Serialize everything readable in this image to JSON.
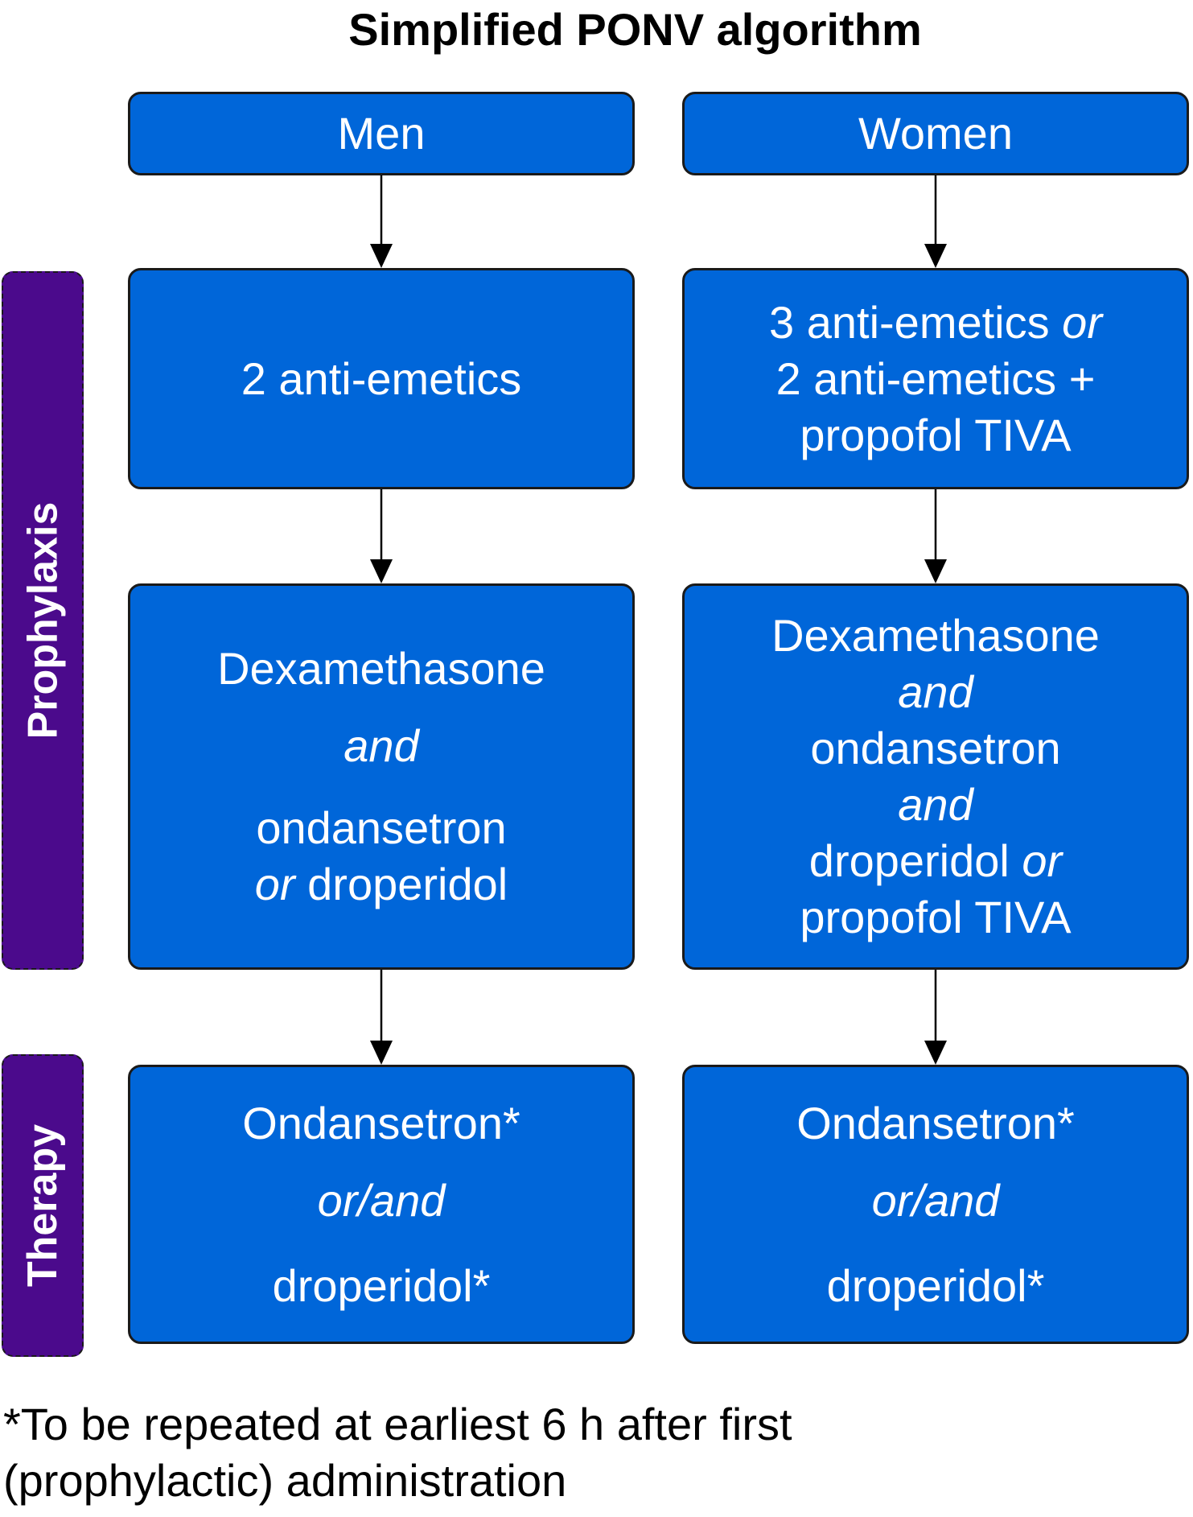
{
  "title": "Simplified PONV algorithm",
  "phases": {
    "prophylaxis": "Prophylaxis",
    "therapy": "Therapy"
  },
  "columns": {
    "men": {
      "header": "Men",
      "step1": {
        "line1": "2 anti-emetics"
      },
      "step2": {
        "line1": "Dexamethasone",
        "line2": "and",
        "line3": "ondansetron",
        "line4_a": "or",
        "line4_b": " droperidol"
      },
      "therapy": {
        "line1": "Ondansetron*",
        "line2": "or/and",
        "line3": "droperidol*"
      }
    },
    "women": {
      "header": "Women",
      "step1": {
        "line1_a": "3 anti-emetics ",
        "line1_b": "or",
        "line2": "2 anti-emetics +",
        "line3": "propofol TIVA"
      },
      "step2": {
        "line1": "Dexamethasone",
        "line2": "and",
        "line3": "ondansetron",
        "line4": "and",
        "line5_a": "droperidol ",
        "line5_b": "or",
        "line6": "propofol TIVA"
      },
      "therapy": {
        "line1": "Ondansetron*",
        "line2": "or/and",
        "line3": "droperidol*"
      }
    }
  },
  "footnote": "*To be repeated at earliest 6 h after first\n(prophylactic) administration",
  "colors": {
    "box_fill": "#0066d9",
    "phase_fill": "#4b0a8c",
    "border": "#1a1a1a"
  }
}
